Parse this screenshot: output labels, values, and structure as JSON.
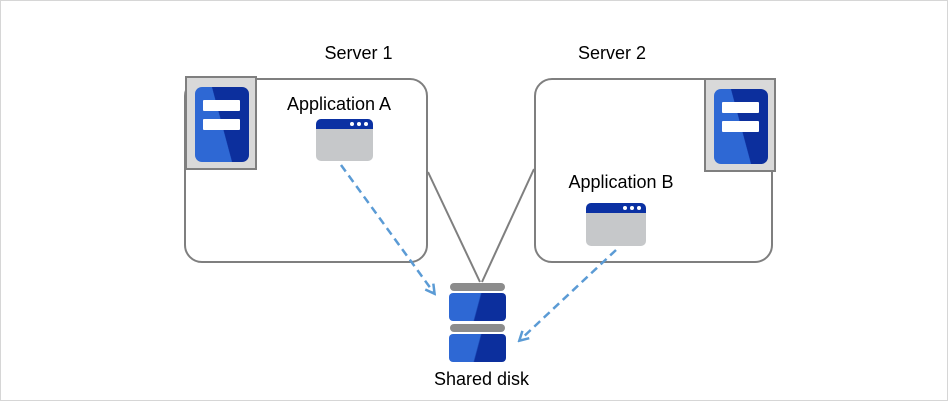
{
  "diagram": {
    "server1": {
      "label": "Server 1",
      "app_label": "Application A"
    },
    "server2": {
      "label": "Server 2",
      "app_label": "Application B"
    },
    "shared_disk_label": "Shared disk"
  },
  "icons": {
    "server1_machine": "tower-server-icon",
    "server2_machine": "tower-server-icon",
    "application_a": "app-window-icon",
    "application_b": "app-window-icon",
    "shared_disk": "disk-stack-icon",
    "arrowheads": "open-arrow-icon"
  },
  "colors": {
    "page_border": "#d6d6d6",
    "box_border": "#7f7f7f",
    "line_gray": "#7f7f7f",
    "arrow_blue": "#5b9bd5",
    "icon_bg_gray": "#d9d9d9",
    "tower_blue_light": "#2e68d4",
    "tower_blue_dark": "#0c2f9d",
    "app_body_gray": "#c6c8ca",
    "app_titlebar_blue": "#0b31a3",
    "disk_cap_gray": "#8c8c8c",
    "text_color": "#000000"
  }
}
